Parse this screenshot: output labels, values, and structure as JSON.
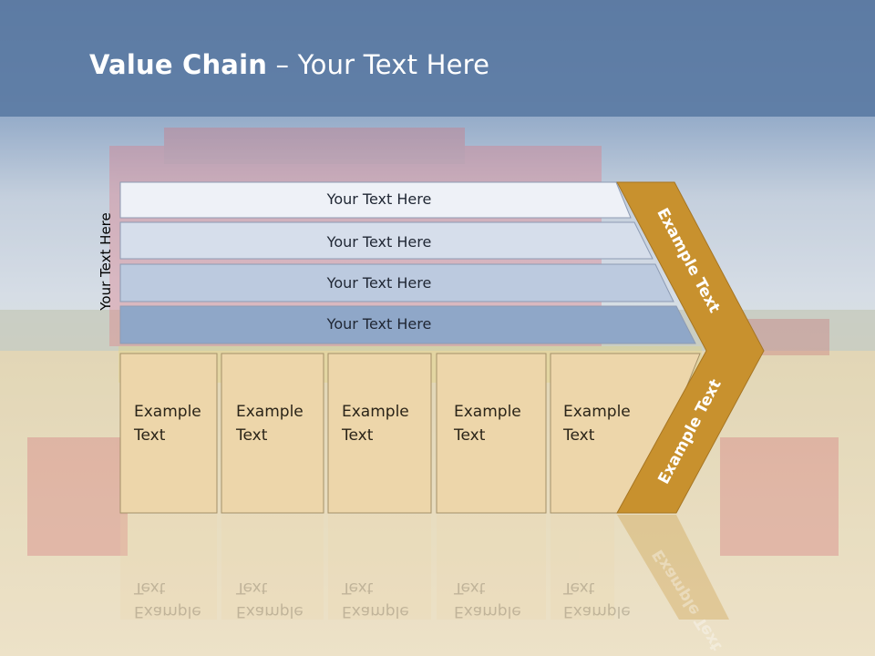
{
  "slide": {
    "title_bold": "Value Chain",
    "title_rest": " – Your Text Here"
  },
  "vertical_label": "Your Text Here",
  "bars": [
    {
      "label": "Your Text Here"
    },
    {
      "label": "Your Text Here"
    },
    {
      "label": "Your Text Here"
    },
    {
      "label": "Your Text Here"
    }
  ],
  "cells": [
    {
      "label": "Example\nText"
    },
    {
      "label": "Example\nText"
    },
    {
      "label": "Example\nText"
    },
    {
      "label": "Example\nText"
    },
    {
      "label": "Example\nText"
    }
  ],
  "arrow": {
    "upper_label": "Example Text",
    "lower_label": "Example Text"
  },
  "colors": {
    "bar_1": "#eef1f7",
    "bar_2": "#d6deeb",
    "bar_3": "#bccadf",
    "bar_4": "#8fa7c8",
    "cell": "#edd6aa",
    "arrow": "#c8912e",
    "sky_top": "#5f7ea6"
  }
}
